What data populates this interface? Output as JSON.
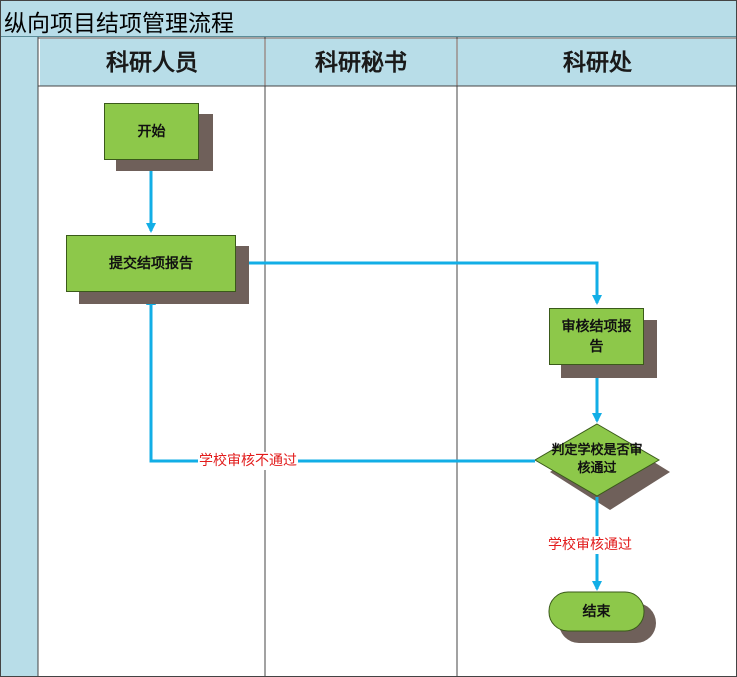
{
  "diagram": {
    "title": "纵向项目结项管理流程",
    "lanes": [
      "科研人员",
      "科研秘书",
      "科研处"
    ],
    "nodes": {
      "start": "开始",
      "submit": "提交结项报告",
      "review": "审核结项报告",
      "decision": "判定学校是否审核通过",
      "end": "结束"
    },
    "edges": {
      "reject": "学校审核不通过",
      "approve": "学校审核通过"
    },
    "colors": {
      "header_bg": "#b8dde8",
      "node_fill": "#8dc84a",
      "arrow": "#12aee6",
      "label": "#e21b1b",
      "shadow": "#6f605a"
    }
  }
}
